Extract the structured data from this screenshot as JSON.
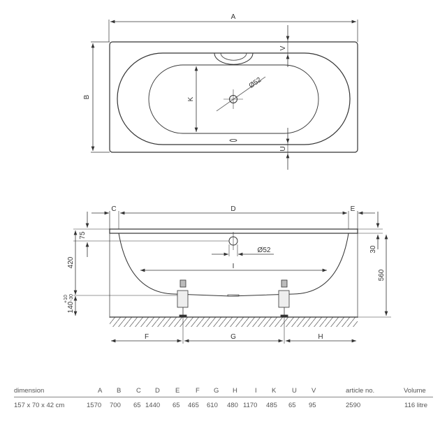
{
  "top_view": {
    "labels": {
      "A": "A",
      "B": "B",
      "K": "K",
      "U": "U",
      "V": "V",
      "drain": "Ø52"
    }
  },
  "side_view": {
    "labels": {
      "C": "C",
      "D": "D",
      "E": "E",
      "F": "F",
      "G": "G",
      "H": "H",
      "I": "I",
      "overflow": "Ø52",
      "d75": "75",
      "d420": "420",
      "d30": "30",
      "d560": "560",
      "d140": "140",
      "tol_plus": "+10",
      "tol_minus": "-30"
    }
  },
  "table": {
    "headers": [
      "dimension",
      "A",
      "B",
      "C",
      "D",
      "E",
      "F",
      "G",
      "H",
      "I",
      "K",
      "U",
      "V",
      "article no.",
      "Volume"
    ],
    "row": [
      "157 x 70 x 42 cm",
      "1570",
      "700",
      "65",
      "1440",
      "65",
      "465",
      "610",
      "480",
      "1170",
      "485",
      "65",
      "95",
      "2590",
      "116 litre"
    ]
  }
}
